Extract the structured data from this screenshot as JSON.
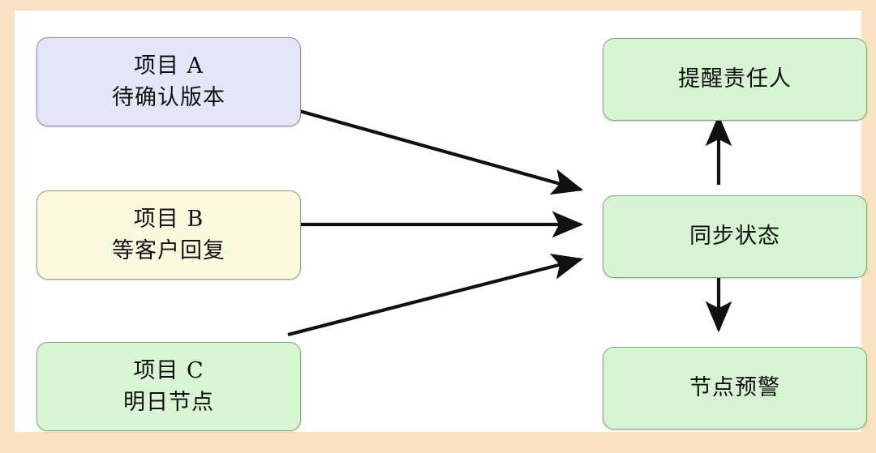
{
  "frame": {
    "outer_bg": "#F7E2C4",
    "inner_bg": "#FFFFFF"
  },
  "palette": {
    "lavender": "#E4E6F8",
    "cream": "#FBFADE",
    "green": "#D6F4D1",
    "edge": "#111111",
    "border_gray": "#808080"
  },
  "diagram": {
    "type": "flowchart",
    "nodes": [
      {
        "id": "node-a",
        "line1": "项目 A",
        "line2": "待确认版本",
        "fill": "#E4E6F8",
        "column": "left"
      },
      {
        "id": "node-b",
        "line1": "项目 B",
        "line2": "等客户回复",
        "fill": "#FBFADE",
        "column": "left"
      },
      {
        "id": "node-c",
        "line1": "项目 C",
        "line2": "明日节点",
        "fill": "#D9F5D4",
        "column": "left"
      },
      {
        "id": "node-remind",
        "line1": "提醒责任人",
        "line2": "",
        "fill": "#D6F4D1",
        "column": "right"
      },
      {
        "id": "node-sync",
        "line1": "同步状态",
        "line2": "",
        "fill": "#D6F4D1",
        "column": "right"
      },
      {
        "id": "node-alert",
        "line1": "节点预警",
        "line2": "",
        "fill": "#D6F4D1",
        "column": "right"
      }
    ],
    "edges": [
      {
        "id": "edge-a-sync",
        "from": "node-a",
        "to": "node-sync",
        "direction": "down-right",
        "arrowhead": "end"
      },
      {
        "id": "edge-b-sync",
        "from": "node-b",
        "to": "node-sync",
        "direction": "right",
        "arrowhead": "end"
      },
      {
        "id": "edge-c-sync",
        "from": "node-c",
        "to": "node-sync",
        "direction": "up-right",
        "arrowhead": "end"
      },
      {
        "id": "edge-sync-remind",
        "from": "node-sync",
        "to": "node-remind",
        "direction": "up",
        "arrowhead": "end"
      },
      {
        "id": "edge-sync-alert",
        "from": "node-sync",
        "to": "node-alert",
        "direction": "down",
        "arrowhead": "end"
      }
    ]
  }
}
